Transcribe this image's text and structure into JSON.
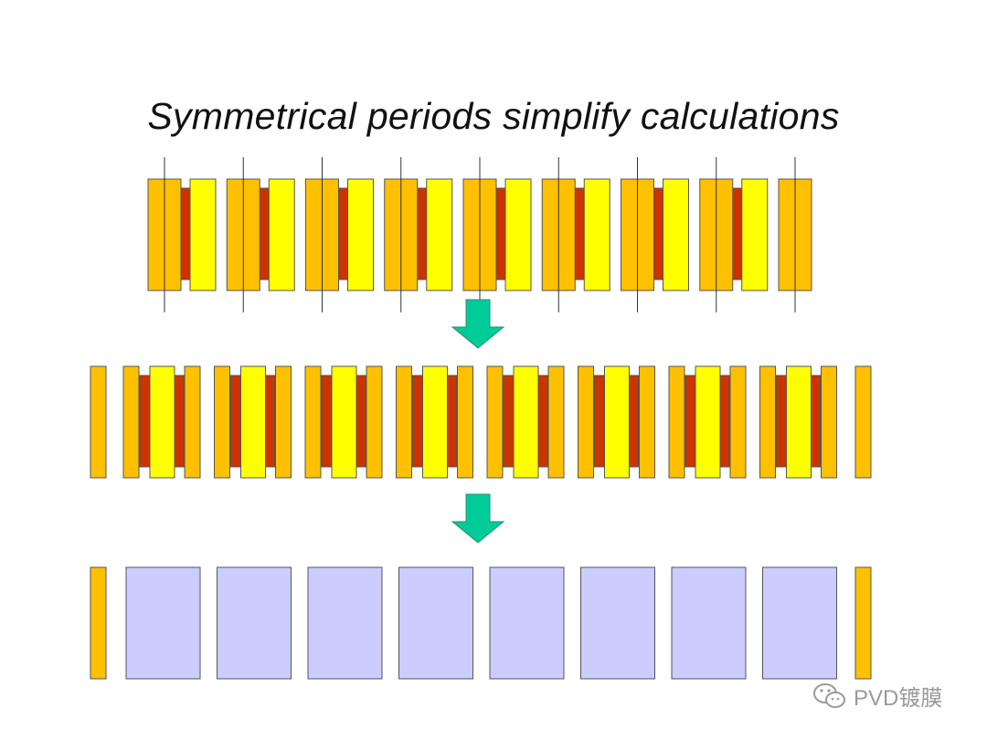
{
  "title": "Symmetrical periods simplify calculations",
  "watermark": {
    "text": "PVD镀膜",
    "icon": "wechat-icon"
  },
  "colors": {
    "outer_layer": "#FFC000",
    "inner_layer": "#FFFF00",
    "dark_layer": "#CC3300",
    "merged_period": "#CCCCFF",
    "arrow": "#00CC99",
    "divider": "#333333"
  },
  "stack": {
    "periods": 8,
    "layer_sequence": [
      "outer_layer",
      "dark_layer",
      "inner_layer",
      "dark_layer",
      "outer_layer"
    ],
    "half_end_layers": 2
  }
}
